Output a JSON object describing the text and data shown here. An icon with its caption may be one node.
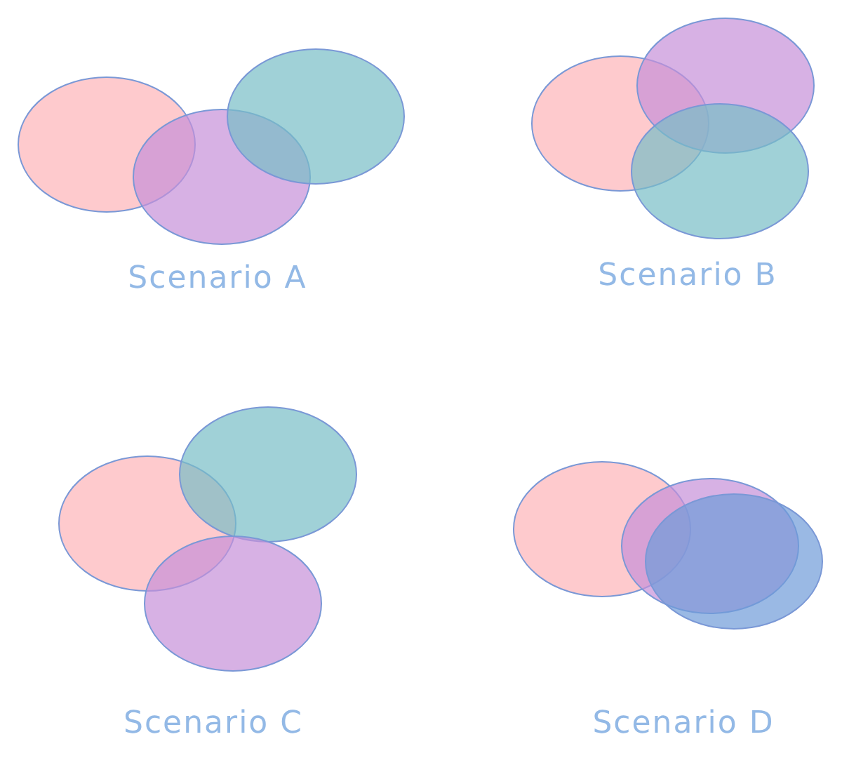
{
  "diagram": {
    "labels": [
      "Scenario A",
      "Scenario B",
      "Scenario C",
      "Scenario D"
    ]
  }
}
